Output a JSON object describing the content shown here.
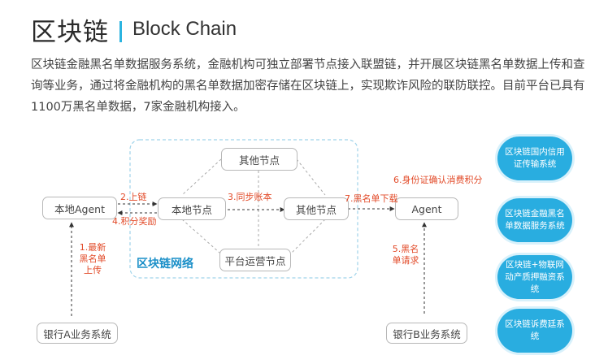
{
  "header": {
    "title": "区块链",
    "subtitle": "Block Chain"
  },
  "description": "区块链金融黑名单数据服务系统，金融机构可独立部署节点接入联盟链，并开展区块链黑名单数据上传和查询等业务，通过将金融机构的黑名单数据加密存储在区块链上，实现欺诈风险的联防联控。目前平台已具有1100万黑名单数据，7家金融机构接入。",
  "diagram": {
    "network_label": "区块链网络",
    "nodes": {
      "local_agent": "本地Agent",
      "local_node": "本地节点",
      "other_node_top": "其他节点",
      "other_node_right": "其他节点",
      "platform_node": "平台运营节点",
      "agent": "Agent",
      "bank_a": "银行A业务系统",
      "bank_b": "银行B业务系统"
    },
    "steps": {
      "s1": "1.最新黑名单上传",
      "s2": "2.上链",
      "s3": "3.同步账本",
      "s4": "4.积分奖励",
      "s5": "5.黑名单请求",
      "s6": "6.身份证确认消费积分",
      "s7": "7.黑名单下载"
    }
  },
  "applications": [
    "区块链国内信用证传输系统",
    "区块链金融黑名单数据服务系统",
    "区块链+物联网动产质押融资系统",
    "区块链诉费廷系统"
  ],
  "colors": {
    "accent": "#29ade0",
    "step_label": "#e24a28",
    "network_label": "#1a8fc8"
  }
}
